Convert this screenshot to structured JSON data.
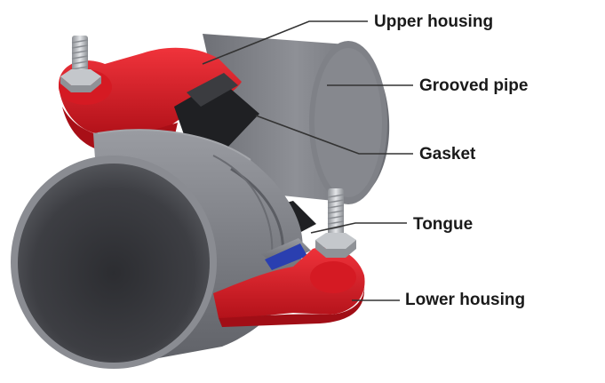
{
  "diagram": {
    "labels": {
      "upper_housing": "Upper housing",
      "grooved_pipe": "Grooved pipe",
      "gasket": "Gasket",
      "tongue": "Tongue",
      "lower_housing": "Lower housing"
    },
    "colors": {
      "housing_red": "#e0202a",
      "pipe_gray": "#7d7f85",
      "gasket_black": "#1e1f22",
      "tongue_blue": "#2a3fb0",
      "bolt_steel": "#b9bcc0"
    }
  }
}
